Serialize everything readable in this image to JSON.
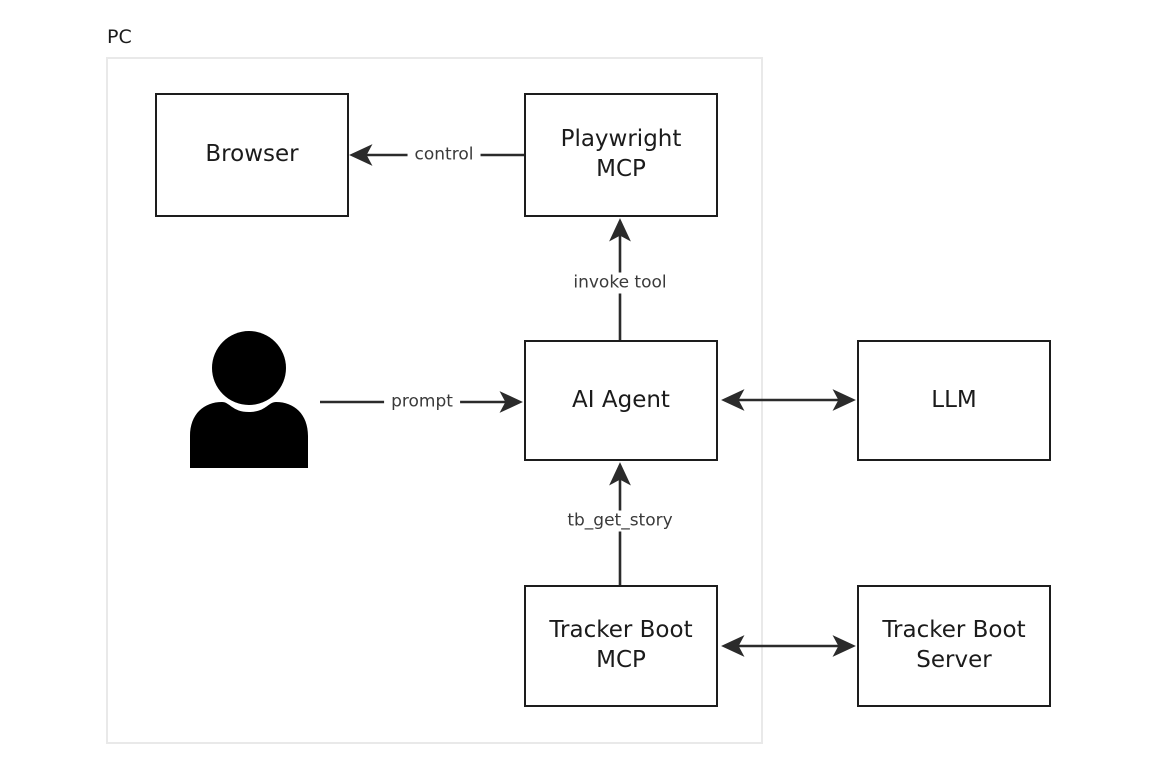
{
  "diagram": {
    "type": "architecture-flow-diagram",
    "background": "#ffffff",
    "stroke_color": "#1d1d1d",
    "text_color": "#1b1b1b",
    "label_color": "#3a3a3a",
    "group_border_color": "#e9e9e9"
  },
  "group": {
    "label": "PC"
  },
  "nodes": {
    "browser": {
      "label": "Browser"
    },
    "playwright_mcp": {
      "label": "Playwright\nMCP"
    },
    "ai_agent": {
      "label": "AI Agent"
    },
    "llm": {
      "label": "LLM"
    },
    "tracker_boot_mcp": {
      "label": "Tracker Boot\nMCP"
    },
    "tracker_boot_server": {
      "label": "Tracker Boot\nServer"
    }
  },
  "actor": {
    "name": "user-person-icon",
    "label": ""
  },
  "edges": {
    "control": {
      "label": "control",
      "from": "playwright_mcp",
      "to": "browser",
      "direction": "one-way"
    },
    "invoke_tool": {
      "label": "invoke tool",
      "from": "ai_agent",
      "to": "playwright_mcp",
      "direction": "one-way"
    },
    "prompt": {
      "label": "prompt",
      "from": "actor",
      "to": "ai_agent",
      "direction": "one-way"
    },
    "agent_llm": {
      "label": "",
      "from": "ai_agent",
      "to": "llm",
      "direction": "two-way"
    },
    "tb_get_story": {
      "label": "tb_get_story",
      "from": "tracker_boot_mcp",
      "to": "ai_agent",
      "direction": "one-way"
    },
    "tb_mcp_server": {
      "label": "",
      "from": "tracker_boot_mcp",
      "to": "tracker_boot_server",
      "direction": "two-way"
    }
  }
}
